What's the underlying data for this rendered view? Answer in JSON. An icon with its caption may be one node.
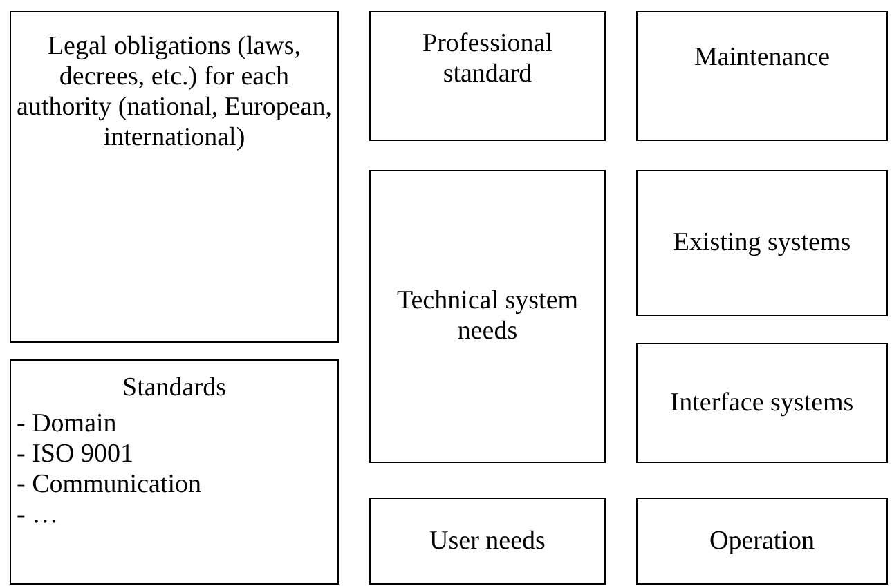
{
  "diagram": {
    "nodes": [
      {
        "text": [
          "Legal obligations (laws, decrees, etc.) for each authority (national, European, international)"
        ]
      },
      {
        "text": [
          "Standards",
          "- Domain",
          "- ISO 9001",
          "- Communication",
          "- …"
        ]
      },
      {
        "text": [
          "Professional standard"
        ]
      },
      {
        "text": [
          "Technical system needs"
        ]
      },
      {
        "text": [
          "User needs"
        ]
      },
      {
        "text": [
          "Maintenance"
        ]
      },
      {
        "text": [
          "Existing systems"
        ]
      },
      {
        "text": [
          "Interface systems"
        ]
      },
      {
        "text": [
          "Operation"
        ]
      }
    ]
  }
}
